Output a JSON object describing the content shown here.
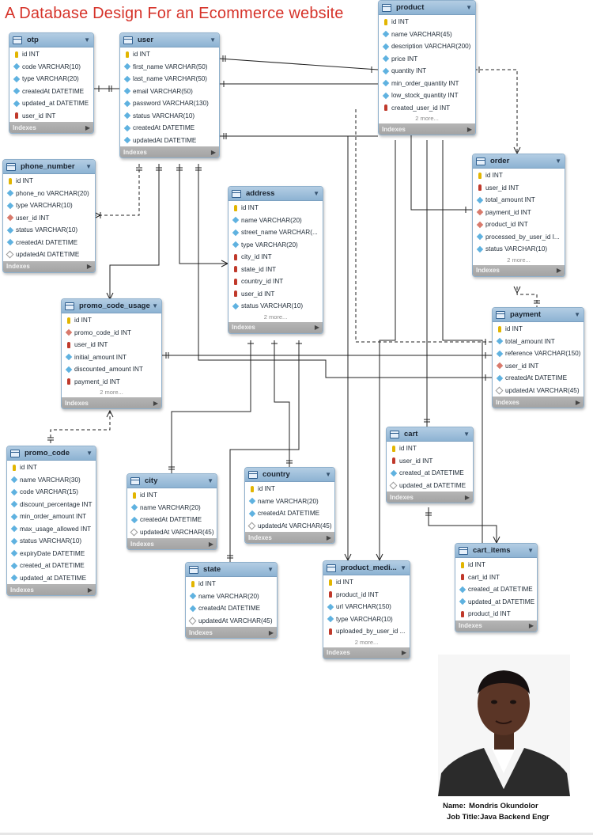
{
  "title": "A Database Design For an Ecommerce  website",
  "indexes_label": "Indexes",
  "tables": [
    {
      "id": "otp",
      "name": "otp",
      "columns": [
        {
          "key": "pk",
          "text": "id INT"
        },
        {
          "key": "attr",
          "text": "code VARCHAR(10)"
        },
        {
          "key": "attr",
          "text": "type VARCHAR(20)"
        },
        {
          "key": "attr",
          "text": "createdAt DATETIME"
        },
        {
          "key": "attr",
          "text": "updated_at DATETIME"
        },
        {
          "key": "fk",
          "text": "user_id INT"
        }
      ],
      "more": ""
    },
    {
      "id": "user",
      "name": "user",
      "columns": [
        {
          "key": "pk",
          "text": "id INT"
        },
        {
          "key": "attr",
          "text": "first_name VARCHAR(50)"
        },
        {
          "key": "attr",
          "text": "last_name VARCHAR(50)"
        },
        {
          "key": "attr",
          "text": "email VARCHAR(50)"
        },
        {
          "key": "attr",
          "text": "password VARCHAR(130)"
        },
        {
          "key": "attr",
          "text": "status VARCHAR(10)"
        },
        {
          "key": "attr",
          "text": "createdAt DATETIME"
        },
        {
          "key": "attr",
          "text": "updatedAt DATETIME"
        }
      ],
      "more": ""
    },
    {
      "id": "product",
      "name": "product",
      "columns": [
        {
          "key": "pk",
          "text": "id INT"
        },
        {
          "key": "attr",
          "text": "name VARCHAR(45)"
        },
        {
          "key": "attr",
          "text": "description VARCHAR(200)"
        },
        {
          "key": "attr",
          "text": "price INT"
        },
        {
          "key": "attr",
          "text": "quantity INT"
        },
        {
          "key": "attr",
          "text": "min_order_quantity INT"
        },
        {
          "key": "attr",
          "text": "low_stock_quantity INT"
        },
        {
          "key": "fk",
          "text": "created_user_id INT"
        }
      ],
      "more": "2 more..."
    },
    {
      "id": "phone_number",
      "name": "phone_number",
      "columns": [
        {
          "key": "pk",
          "text": "id INT"
        },
        {
          "key": "attr",
          "text": "phone_no VARCHAR(20)"
        },
        {
          "key": "attr",
          "text": "type VARCHAR(10)"
        },
        {
          "key": "fkattr",
          "text": "user_id INT"
        },
        {
          "key": "attr",
          "text": "status VARCHAR(10)"
        },
        {
          "key": "attr",
          "text": "createdAt DATETIME"
        },
        {
          "key": "open",
          "text": "updatedAt DATETIME"
        }
      ],
      "more": ""
    },
    {
      "id": "order",
      "name": "order",
      "columns": [
        {
          "key": "pk",
          "text": "id INT"
        },
        {
          "key": "fk",
          "text": "user_id INT"
        },
        {
          "key": "attr",
          "text": "total_amount INT"
        },
        {
          "key": "fkattr",
          "text": "payment_id INT"
        },
        {
          "key": "fkattr",
          "text": "product_id INT"
        },
        {
          "key": "attr",
          "text": "processed_by_user_id I..."
        },
        {
          "key": "attr",
          "text": "status VARCHAR(10)"
        }
      ],
      "more": "2 more..."
    },
    {
      "id": "address",
      "name": "address",
      "columns": [
        {
          "key": "pk",
          "text": "id INT"
        },
        {
          "key": "attr",
          "text": "name VARCHAR(20)"
        },
        {
          "key": "attr",
          "text": "street_name VARCHAR(..."
        },
        {
          "key": "attr",
          "text": "type VARCHAR(20)"
        },
        {
          "key": "fk",
          "text": "city_id INT"
        },
        {
          "key": "fk",
          "text": "state_id INT"
        },
        {
          "key": "fk",
          "text": "country_id INT"
        },
        {
          "key": "fk",
          "text": "user_id INT"
        },
        {
          "key": "attr",
          "text": "status VARCHAR(10)"
        }
      ],
      "more": "2 more..."
    },
    {
      "id": "promo_code_usage",
      "name": "promo_code_usage",
      "columns": [
        {
          "key": "pk",
          "text": "id INT"
        },
        {
          "key": "fkattr",
          "text": "promo_code_id INT"
        },
        {
          "key": "fk",
          "text": "user_id INT"
        },
        {
          "key": "attr",
          "text": "initial_amount INT"
        },
        {
          "key": "attr",
          "text": "discounted_amount INT"
        },
        {
          "key": "fk",
          "text": "payment_id INT"
        }
      ],
      "more": "2 more..."
    },
    {
      "id": "payment",
      "name": "payment",
      "columns": [
        {
          "key": "pk",
          "text": "id INT"
        },
        {
          "key": "attr",
          "text": "total_amount INT"
        },
        {
          "key": "attr",
          "text": "reference VARCHAR(150)"
        },
        {
          "key": "fkattr",
          "text": "user_id INT"
        },
        {
          "key": "attr",
          "text": "createdAt DATETIME"
        },
        {
          "key": "open",
          "text": "updatedAt VARCHAR(45)"
        }
      ],
      "more": ""
    },
    {
      "id": "cart",
      "name": "cart",
      "columns": [
        {
          "key": "pk",
          "text": "id INT"
        },
        {
          "key": "fk",
          "text": "user_id INT"
        },
        {
          "key": "attr",
          "text": "created_at DATETIME"
        },
        {
          "key": "open",
          "text": "updated_at DATETIME"
        }
      ],
      "more": ""
    },
    {
      "id": "promo_code",
      "name": "promo_code",
      "columns": [
        {
          "key": "pk",
          "text": "id INT"
        },
        {
          "key": "attr",
          "text": "name VARCHAR(30)"
        },
        {
          "key": "attr",
          "text": "code VARCHAR(15)"
        },
        {
          "key": "attr",
          "text": "discount_percentage INT"
        },
        {
          "key": "attr",
          "text": "min_order_amount INT"
        },
        {
          "key": "attr",
          "text": "max_usage_allowed INT"
        },
        {
          "key": "attr",
          "text": "status VARCHAR(10)"
        },
        {
          "key": "attr",
          "text": "expiryDate DATETIME"
        },
        {
          "key": "attr",
          "text": "created_at DATETIME"
        },
        {
          "key": "attr",
          "text": "updated_at DATETIME"
        }
      ],
      "more": ""
    },
    {
      "id": "city",
      "name": "city",
      "columns": [
        {
          "key": "pk",
          "text": "id INT"
        },
        {
          "key": "attr",
          "text": "name VARCHAR(20)"
        },
        {
          "key": "attr",
          "text": "createdAt DATETIME"
        },
        {
          "key": "open",
          "text": "updatedAt VARCHAR(45)"
        }
      ],
      "more": ""
    },
    {
      "id": "country",
      "name": "country",
      "columns": [
        {
          "key": "pk",
          "text": "id INT"
        },
        {
          "key": "attr",
          "text": "name VARCHAR(20)"
        },
        {
          "key": "attr",
          "text": "createdAt DATETIME"
        },
        {
          "key": "open",
          "text": "updatedAt VARCHAR(45)"
        }
      ],
      "more": ""
    },
    {
      "id": "state",
      "name": "state",
      "columns": [
        {
          "key": "pk",
          "text": "id INT"
        },
        {
          "key": "attr",
          "text": "name VARCHAR(20)"
        },
        {
          "key": "attr",
          "text": "createdAt DATETIME"
        },
        {
          "key": "open",
          "text": "updatedAt VARCHAR(45)"
        }
      ],
      "more": ""
    },
    {
      "id": "product_media",
      "name": "product_medi...",
      "columns": [
        {
          "key": "pk",
          "text": "id INT"
        },
        {
          "key": "fk",
          "text": "product_id INT"
        },
        {
          "key": "attr",
          "text": "url VARCHAR(150)"
        },
        {
          "key": "attr",
          "text": "type VARCHAR(10)"
        },
        {
          "key": "fk",
          "text": "uploaded_by_user_id ..."
        }
      ],
      "more": "2 more..."
    },
    {
      "id": "cart_items",
      "name": "cart_items",
      "columns": [
        {
          "key": "pk",
          "text": "id INT"
        },
        {
          "key": "fk",
          "text": "cart_id INT"
        },
        {
          "key": "attr",
          "text": "created_at DATETIME"
        },
        {
          "key": "attr",
          "text": "updated_at DATETIME"
        },
        {
          "key": "fk",
          "text": "product_id INT"
        }
      ],
      "more": ""
    }
  ],
  "author": {
    "name_label": "Name:",
    "name": "Mondris Okundolor",
    "job_label": "Job Title:",
    "job": "Java Backend Engr"
  },
  "colors": {
    "title": "#d6332a",
    "header": "#9fc0dc",
    "indexes_bar": "#aaaaaa",
    "connector": "#222222"
  }
}
